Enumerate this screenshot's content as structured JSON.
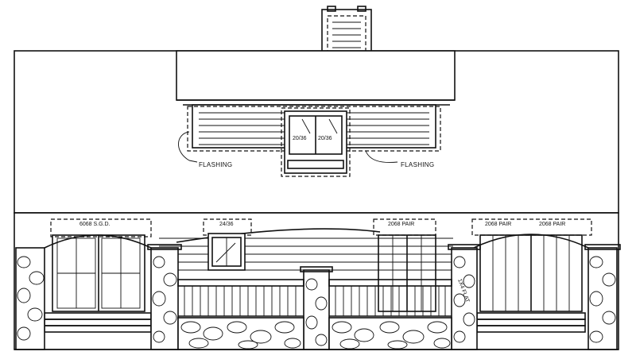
{
  "labels": {
    "flashing_left": "FLASHING",
    "flashing_right": "FLASHING",
    "dormer_window_1": "20/36",
    "dormer_window_2": "20/36",
    "opening_1": "6068 S.G.D.",
    "opening_2": "24/36",
    "opening_3": "2068 PAIR",
    "opening_4": "2068 PAIR",
    "opening_5": "2068 PAIR",
    "porch_note": "1X4 FLAT"
  }
}
